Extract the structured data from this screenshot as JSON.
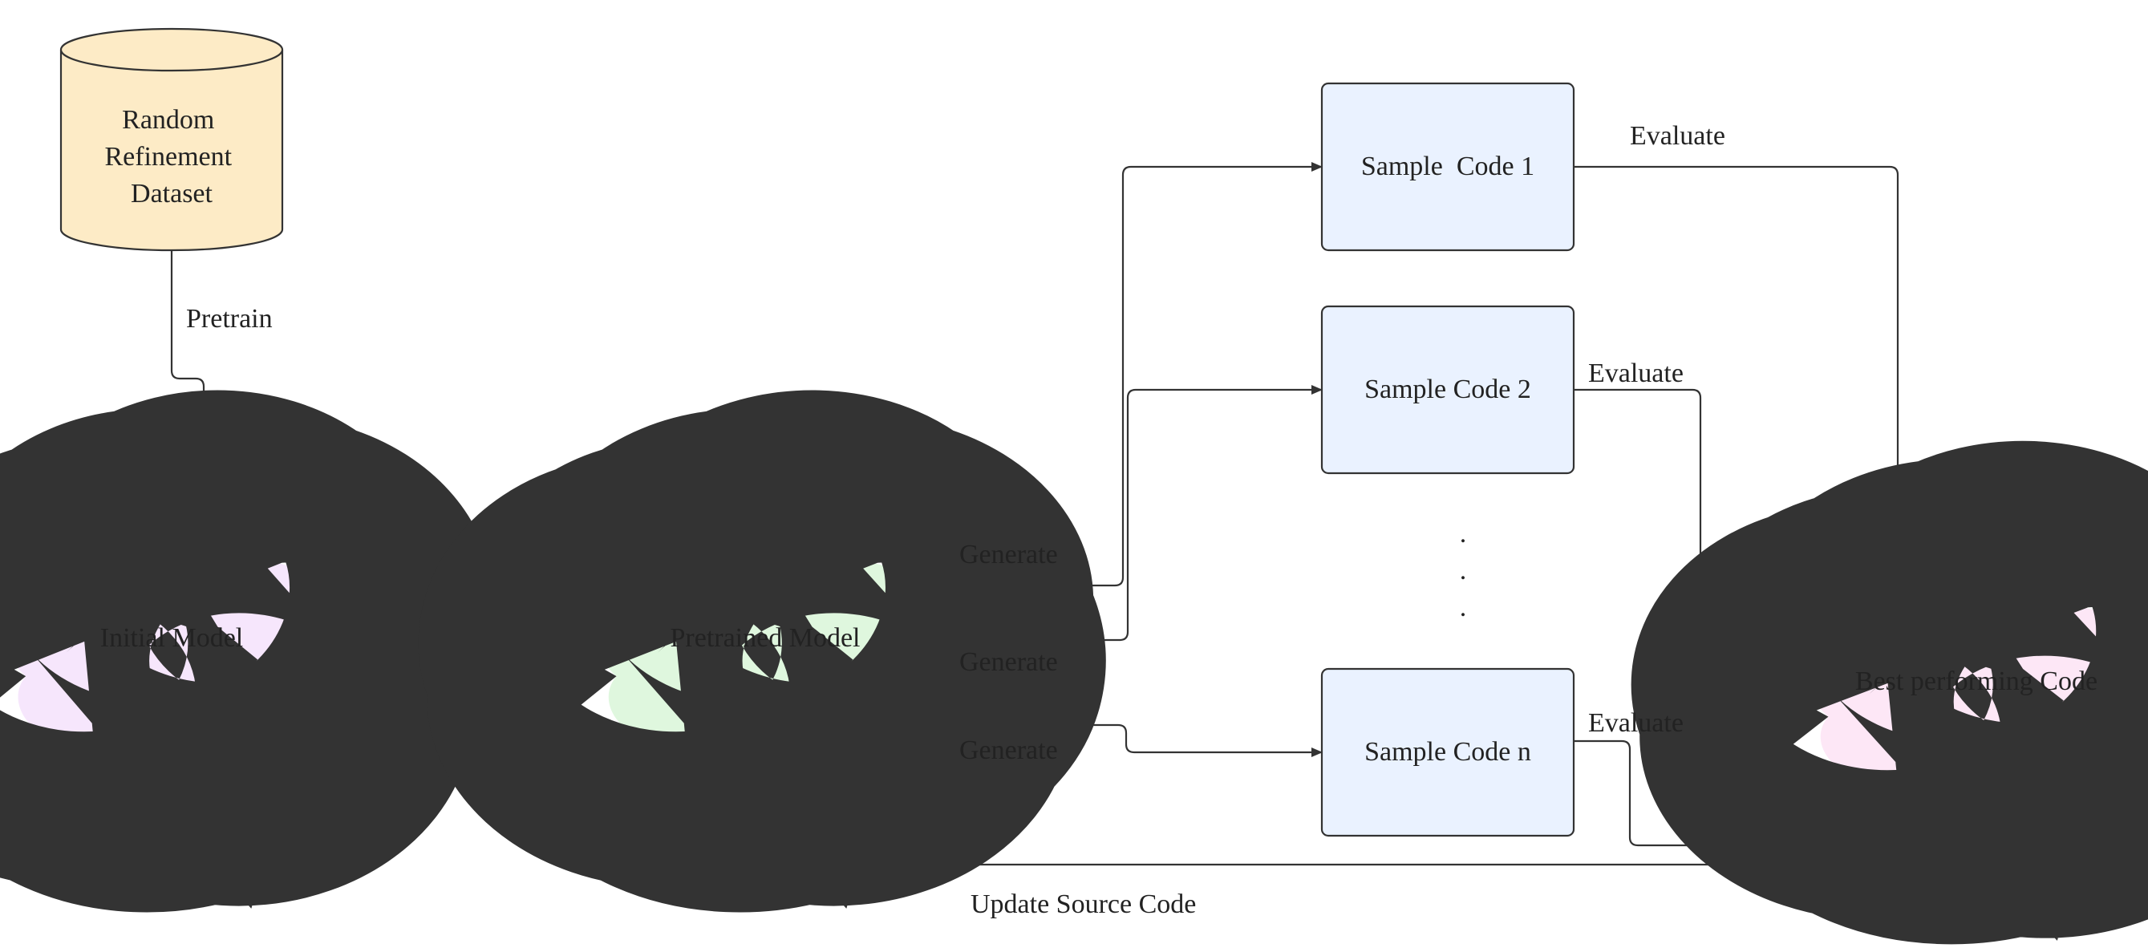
{
  "diagram": {
    "nodes": {
      "dataset": {
        "label_lines": [
          "Random",
          "Refinement",
          "Dataset"
        ],
        "fill": "#fdebc6",
        "shape": "cylinder"
      },
      "initial_model": {
        "label": "Initial Model",
        "fill": "#f6e6fc",
        "shape": "cloud"
      },
      "pretrained_model": {
        "label": "Pretrained Model",
        "fill": "#dff7de",
        "shape": "cloud"
      },
      "sample_1": {
        "label": "Sample  Code 1",
        "fill": "#eaf2ff",
        "shape": "rounded-rect"
      },
      "sample_2": {
        "label": "Sample Code 2",
        "fill": "#eaf2ff",
        "shape": "rounded-rect"
      },
      "sample_n": {
        "label": "Sample Code n",
        "fill": "#eaf2ff",
        "shape": "rounded-rect"
      },
      "ellipsis": {
        "dots": [
          ".",
          ".",
          "."
        ]
      },
      "best_code": {
        "label": "Best performing Code",
        "fill": "#fde7f6",
        "shape": "cloud"
      }
    },
    "edge_labels": {
      "pretrain": "Pretrain",
      "generate_1": "Generate",
      "generate_2": "Generate",
      "generate_3": "Generate",
      "evaluate_1": "Evaluate",
      "evaluate_2": "Evaluate",
      "evaluate_3": "Evaluate",
      "update": "Update Source Code"
    },
    "colors": {
      "stroke": "#333333",
      "text": "#222222"
    }
  }
}
